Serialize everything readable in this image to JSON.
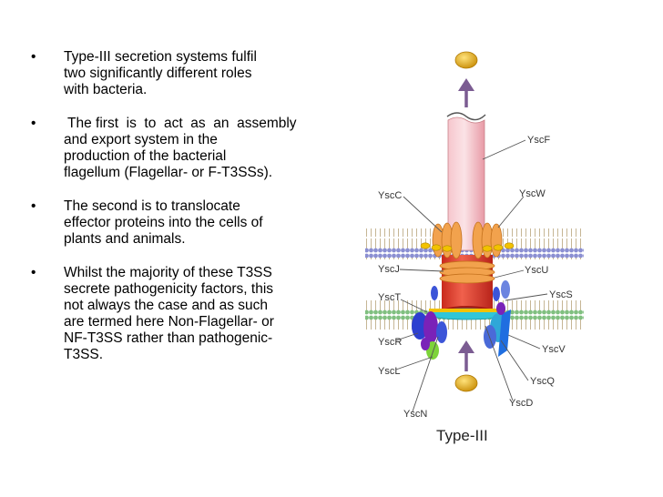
{
  "bullets": [
    {
      "lines": [
        "Type-III  secretion  systems  fulfil",
        "two  significantly  different  roles",
        "with  bacteria."
      ]
    },
    {
      "lines": [
        " The first  is  to  act  as  an  assembly",
        "and  export  system  in  the",
        "production  of  the  bacterial",
        "flagellum  (Flagellar-  or  F-T3SSs)."
      ]
    },
    {
      "lines": [
        "The  second  is  to  translocate",
        "effector  proteins  into the  cells  of",
        "plants  and  animals."
      ]
    },
    {
      "lines": [
        "Whilst  the  majority  of  these  T3SS",
        "secrete pathogenicity  factors,  this",
        "not  always  the  case  and  as  such",
        "are  termed  here  Non-Flagellar-  or",
        "NF-T3SS  rather  than  pathogenic-",
        "T3SS."
      ]
    }
  ],
  "bullet_char": "•",
  "diagram": {
    "caption": "Type-III",
    "labels": {
      "yscf": "YscF",
      "yscc": "YscC",
      "yscw": "YscW",
      "yscj": "YscJ",
      "yscu": "YscU",
      "yscs": "YscS",
      "ysct": "YscT",
      "yscr": "YscR",
      "yscv": "YscV",
      "yscl": "YscL",
      "yscq": "YscQ",
      "yscd": "YscD",
      "yscn": "YscN"
    },
    "colors": {
      "needle": "#f6b9c2",
      "pore_ring": "#f0a24a",
      "basal_body": "#e8432f",
      "effector": "#e6b21c",
      "arrow": "#7b5c92",
      "membrane_head": "#8a8ad0",
      "membrane_head_lower": "#7fbf7f",
      "platform": "#30c6d8",
      "atpase": "#3341c2"
    }
  }
}
